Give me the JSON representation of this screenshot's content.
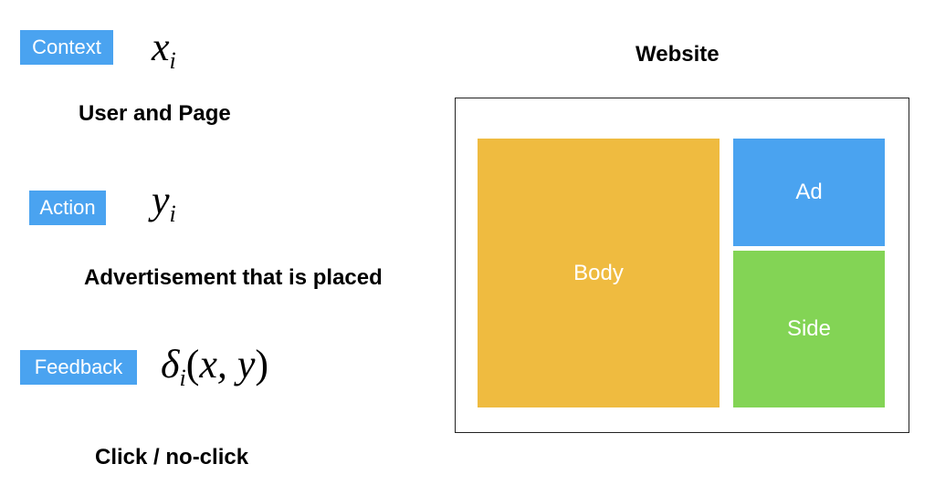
{
  "tags": {
    "context": "Context",
    "action": "Action",
    "feedback": "Feedback"
  },
  "math": {
    "context_var": "x",
    "context_sub": "i",
    "action_var": "y",
    "action_sub": "i",
    "feedback_var": "δ",
    "feedback_sub": "i",
    "feedback_open": "(",
    "feedback_args": "x, y",
    "feedback_close": ")"
  },
  "descriptions": {
    "context": "User and Page",
    "action": "Advertisement that is placed",
    "feedback": "Click / no-click"
  },
  "website": {
    "title": "Website",
    "body_label": "Body",
    "ad_label": "Ad",
    "side_label": "Side"
  },
  "colors": {
    "tag_blue": "#4aa3f0",
    "body_orange": "#efbb40",
    "ad_blue": "#4aa3f0",
    "side_green": "#83d455"
  }
}
